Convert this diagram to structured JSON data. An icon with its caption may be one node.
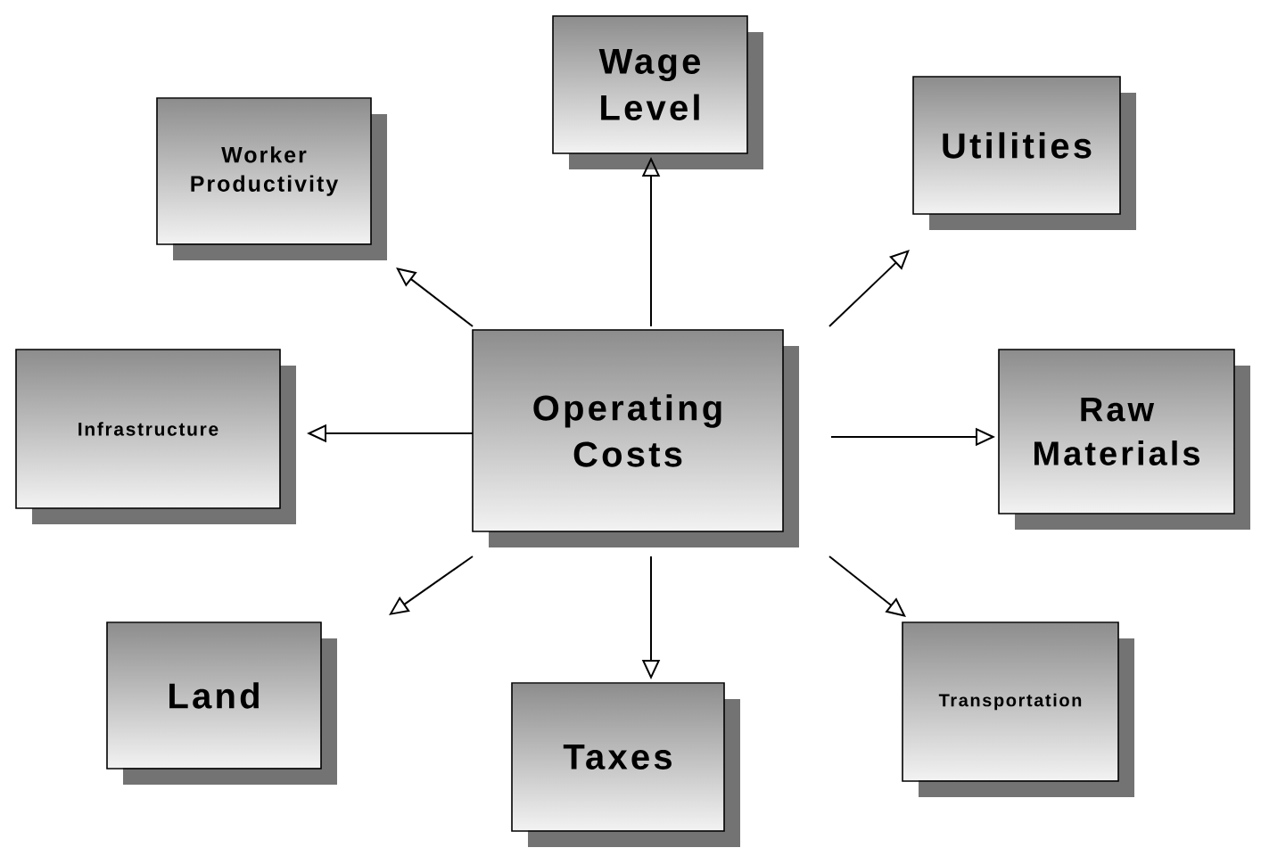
{
  "diagram": {
    "nodes": [
      {
        "text": [
          "Operating Costs"
        ]
      },
      {
        "text": [
          "Worker Productivity"
        ]
      },
      {
        "text": [
          "Wage Level"
        ]
      },
      {
        "text": [
          "Utilities"
        ]
      },
      {
        "text": [
          "Infrastructure"
        ]
      },
      {
        "text": [
          "Raw Materials"
        ]
      },
      {
        "text": [
          "Land"
        ]
      },
      {
        "text": [
          "Taxes"
        ]
      },
      {
        "text": [
          "Transportation"
        ]
      }
    ],
    "edges": [
      {
        "from": 0,
        "to": 1,
        "arrow": "to"
      },
      {
        "from": 0,
        "to": 2,
        "arrow": "to"
      },
      {
        "from": 0,
        "to": 3,
        "arrow": "to"
      },
      {
        "from": 0,
        "to": 4,
        "arrow": "to"
      },
      {
        "from": 0,
        "to": 5,
        "arrow": "to"
      },
      {
        "from": 0,
        "to": 6,
        "arrow": "to"
      },
      {
        "from": 0,
        "to": 7,
        "arrow": "to"
      },
      {
        "from": 0,
        "to": 8,
        "arrow": "to"
      }
    ]
  }
}
